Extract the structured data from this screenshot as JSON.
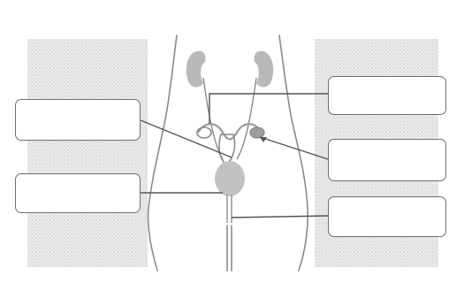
{
  "diagram": {
    "labels": [
      {
        "id": "left-upper",
        "text": ""
      },
      {
        "id": "left-lower",
        "text": ""
      },
      {
        "id": "right-top",
        "text": ""
      },
      {
        "id": "right-mid",
        "text": ""
      },
      {
        "id": "right-bottom",
        "text": ""
      }
    ],
    "colors": {
      "organ_fill": "#bdbdbd",
      "outline": "#777777",
      "leader_line": "#555555",
      "box_border": "#6e6e6e",
      "pattern_dot": "#d6d6d6"
    }
  }
}
